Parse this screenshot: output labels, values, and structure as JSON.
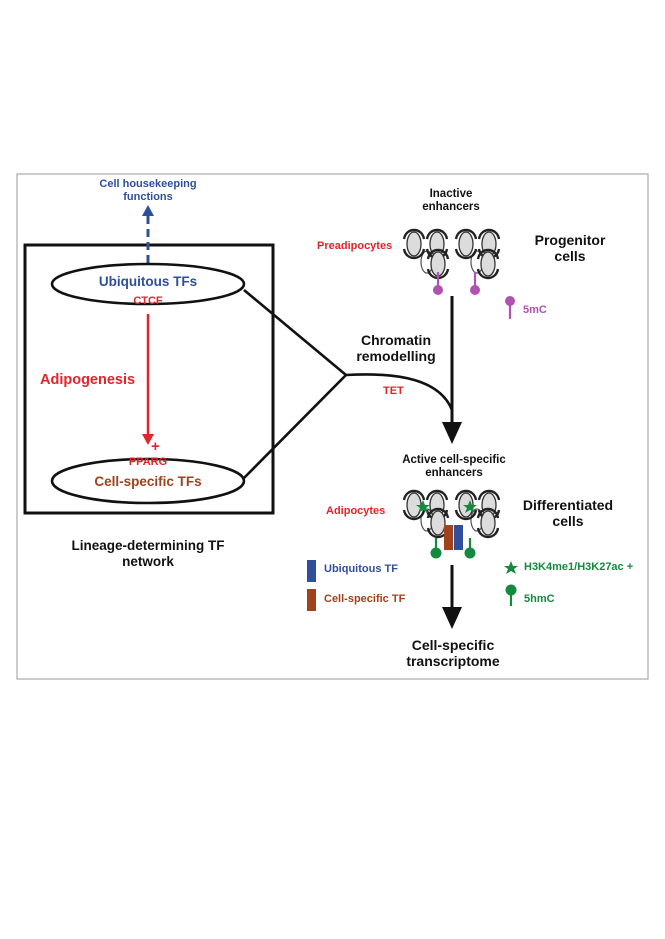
{
  "labels": {
    "housekeeping": "Cell housekeeping functions",
    "ubiquitous_tfs": "Ubiquitous TFs",
    "ctcf": "CTCF",
    "adipogenesis": "Adipogenesis",
    "plus": "+",
    "pparg": "PPARG",
    "cell_specific_tfs": "Cell-specific TFs",
    "network_title": "Lineage-determining TF network",
    "inactive_enhancers": "Inactive enhancers",
    "preadipocytes": "Preadipocytes",
    "progenitor_cells": "Progenitor cells",
    "chromatin_remodelling": "Chromatin remodelling",
    "tet": "TET",
    "active_enhancers": "Active cell-specific enhancers",
    "adipocytes": "Adipocytes",
    "differentiated_cells": "Differentiated cells",
    "transcriptome": "Cell-specific transcriptome"
  },
  "legend": {
    "ubiquitous_tf": "Ubiquitous TF",
    "cell_specific_tf": "Cell-specific TF",
    "mark_5mc": "5mC",
    "histone_marks": "H3K4me1/H3K27ac +",
    "mark_5hmc": "5hmC"
  },
  "colors": {
    "blue": "#2f4f9c",
    "red": "#e3242b",
    "brown": "#a0421b",
    "magenta": "#b052b0",
    "green": "#138a3d",
    "black": "#111111"
  },
  "icons": [
    "nucleosome-icon",
    "5mc-lollipop-icon",
    "5hmc-lollipop-icon",
    "histone-mark-star-icon",
    "tf-bar-icon"
  ]
}
